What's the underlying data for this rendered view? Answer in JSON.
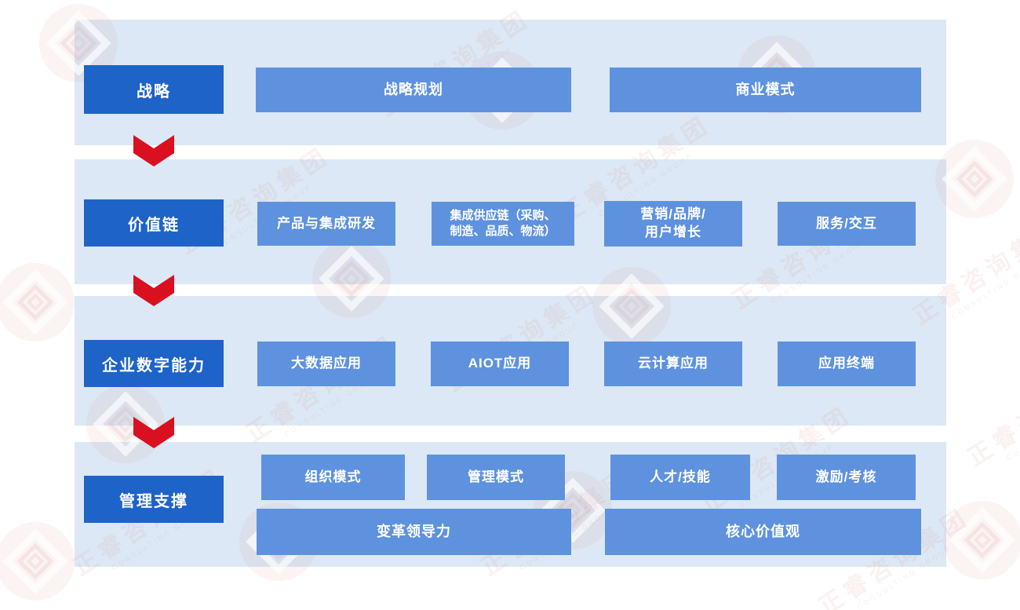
{
  "diagram": {
    "rows": [
      {
        "label": "战略",
        "items": [
          "战略规划",
          "商业模式"
        ]
      },
      {
        "label": "价值链",
        "items": [
          "产品与集成研发",
          "集成供应链（采购、\n制造、品质、物流）",
          "营销/品牌/\n用户增长",
          "服务/交互"
        ]
      },
      {
        "label": "企业数字能力",
        "items": [
          "大数据应用",
          "AIOT应用",
          "云计算应用",
          "应用终端"
        ]
      },
      {
        "label": "管理支撑",
        "items": [
          "组织模式",
          "管理模式",
          "人才/技能",
          "激励/考核"
        ],
        "wide_items": [
          "变革领导力",
          "核心价值观"
        ]
      }
    ],
    "colors": {
      "label_box": "#1e63c8",
      "item_box": "#5e92de",
      "band_background": "#dce8f5",
      "arrow": "#d8101f",
      "text": "#ffffff"
    }
  },
  "watermark": {
    "text": "正睿咨询集团",
    "subtext": "CONSULTING GROUP"
  }
}
